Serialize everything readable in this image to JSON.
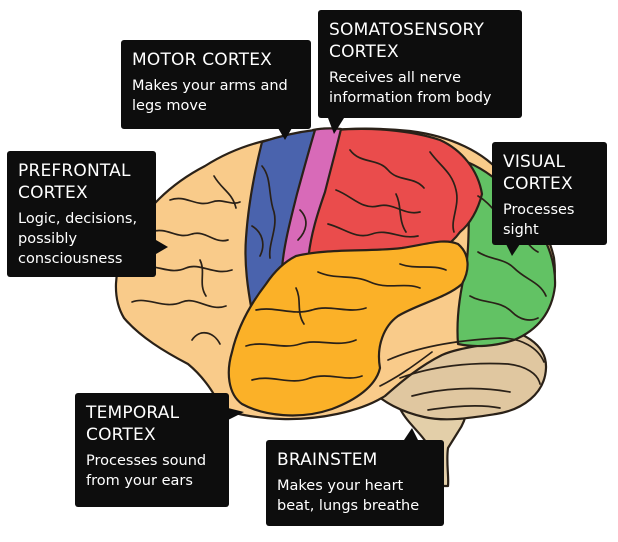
{
  "colors": {
    "prefrontal": "#f9cb8a",
    "motor": "#4a63ad",
    "somatosensory": "#d86ab8",
    "parietal": "#ea4c4c",
    "visual": "#62c264",
    "temporal": "#fbb128",
    "cerebellum": "#e0c7a0",
    "brainstem": "#e3cfa9",
    "outline": "#2a2118",
    "callout_bg": "#0d0d0d",
    "callout_text": "#ffffff"
  },
  "labels": {
    "motor": {
      "title": "MOTOR CORTEX",
      "desc": "Makes your arms and\nlegs move"
    },
    "somatosensory": {
      "title": "SOMATOSENSORY\nCORTEX",
      "desc": "Receives all nerve\ninformation from body"
    },
    "prefrontal": {
      "title": "PREFRONTAL\nCORTEX",
      "desc": "Logic, decisions,\npossibly\nconsciousness"
    },
    "visual": {
      "title": "VISUAL\nCORTEX",
      "desc": "Processes\nsight"
    },
    "temporal": {
      "title": "TEMPORAL\nCORTEX",
      "desc": "Processes sound\nfrom your ears"
    },
    "brainstem": {
      "title": "BRAINSTEM",
      "desc": "Makes your heart\nbeat, lungs breathe"
    }
  }
}
